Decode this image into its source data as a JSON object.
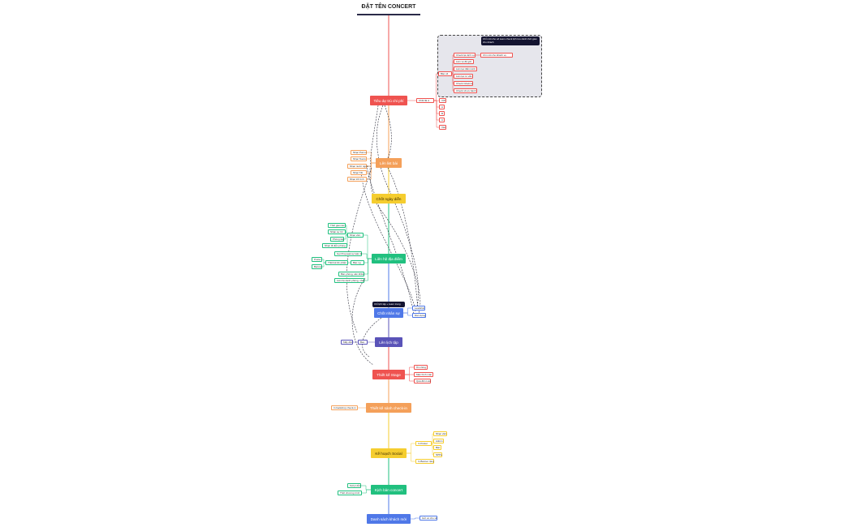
{
  "title": "ĐẶT TÊN CONCERT",
  "colors": {
    "red": "#ef5350",
    "orange": "#f4a05a",
    "yellow": "#f5cd2f",
    "green": "#21c07f",
    "blue": "#4f78e8",
    "indigo": "#5a53b8",
    "spine": [
      "#ef5350",
      "#f4a05a",
      "#f5cd2f",
      "#21c07f",
      "#4f78e8",
      "#5a53b8",
      "#ef5350",
      "#f4a05a",
      "#f5cd2f",
      "#21c07f",
      "#4f78e8"
    ]
  },
  "main_nodes": [
    {
      "label": "Tiêu dự trù chi phí",
      "color": "red"
    },
    {
      "label": "Lên list bài",
      "color": "orange"
    },
    {
      "label": "Chốt ngày diễn",
      "color": "yellow",
      "dark": true
    },
    {
      "label": "Liên hệ địa điểm",
      "color": "green"
    },
    {
      "label": "Chốt nhân sự",
      "color": "blue"
    },
    {
      "label": "Lên lịch tập",
      "color": "indigo"
    },
    {
      "label": "Thiết kế Stage",
      "color": "red"
    },
    {
      "label": "Thiết kế sảnh check-in",
      "color": "orange"
    },
    {
      "label": "Kế hoạch Social",
      "color": "yellow",
      "dark": true
    },
    {
      "label": "Kịch bản concert",
      "color": "green"
    },
    {
      "label": "Danh sách khách mời",
      "color": "blue"
    }
  ],
  "sub_nodes": [
    {
      "label": "Chốt lãi xi",
      "color": "red"
    },
    {
      "label": "Bảo về",
      "color": "red"
    },
    {
      "label": "Check lại dịch vụ",
      "color": "red"
    },
    {
      "label": "Chi mới cho khách vụ",
      "color": "red"
    },
    {
      "label": "Liên vé để giữ",
      "color": "red"
    },
    {
      "label": "Liên lạc điểm kinh",
      "color": "red"
    },
    {
      "label": "Liên lạc tư vấn",
      "color": "red"
    },
    {
      "label": "Check ticketme",
      "color": "red"
    },
    {
      "label": "Check số ưu bánh",
      "color": "red"
    },
    {
      "label": "VIP",
      "color": "red"
    },
    {
      "label": "A",
      "color": "red"
    },
    {
      "label": "B",
      "color": "red"
    },
    {
      "label": "C",
      "color": "red"
    },
    {
      "label": "Vàn",
      "color": "red"
    },
    {
      "label": "Nhạc Pormu",
      "color": "orange"
    },
    {
      "label": "Nhạc Teens",
      "color": "orange"
    },
    {
      "label": "Nhạc nước ngoài",
      "color": "orange"
    },
    {
      "label": "Nhạc Tết",
      "color": "orange"
    },
    {
      "label": "Nhạc trữ tình",
      "color": "orange"
    },
    {
      "label": "Thời gian tác",
      "color": "green"
    },
    {
      "label": "Nhận sự lời",
      "color": "green"
    },
    {
      "label": "Phòng tập",
      "color": "green"
    },
    {
      "label": "Nhạc viên",
      "color": "green"
    },
    {
      "label": "Nhạc đi diễn phòng",
      "color": "green"
    },
    {
      "label": "Gọi Proposal sự kiện lô",
      "color": "green"
    },
    {
      "label": "Poster",
      "color": "green"
    },
    {
      "label": "Banner",
      "color": "green"
    },
    {
      "label": "Thiết kế ấn phẩm",
      "color": "green"
    },
    {
      "label": "Bảo ng",
      "color": "green"
    },
    {
      "label": "Bán phòng, sân khấu",
      "color": "green"
    },
    {
      "label": "Liên hệ danh phòng, nhạc",
      "color": "green"
    },
    {
      "label": "Leadship",
      "color": "blue"
    },
    {
      "label": "Dàn dựng",
      "color": "blue"
    },
    {
      "label": "Mấy dắt",
      "color": "indigo"
    },
    {
      "label": "Ban",
      "color": "indigo"
    },
    {
      "label": "Âm riêng",
      "color": "red"
    },
    {
      "label": "Màn hình màn",
      "color": "red"
    },
    {
      "label": "Quà đến Lùm",
      "color": "red"
    },
    {
      "label": "In backdrop check-in",
      "color": "orange"
    },
    {
      "label": "In Poster",
      "color": "yellow"
    },
    {
      "label": "Nhạc viên",
      "color": "yellow"
    },
    {
      "label": "Admin",
      "color": "yellow"
    },
    {
      "label": "Bán",
      "color": "yellow"
    },
    {
      "label": "NPPa",
      "color": "yellow"
    },
    {
      "label": "In Banner rộng",
      "color": "yellow"
    },
    {
      "label": "Script dẫn",
      "color": "green"
    },
    {
      "label": "Thời chương trình",
      "color": "green"
    },
    {
      "label": "Gửi vé cho về",
      "color": "blue"
    }
  ],
  "tooltips": [
    {
      "text": "Chỉ mới cho số team check lịch lưu dành thời gian cho khách"
    },
    {
      "text": "Chỉ lịch tập + team trung"
    }
  ]
}
